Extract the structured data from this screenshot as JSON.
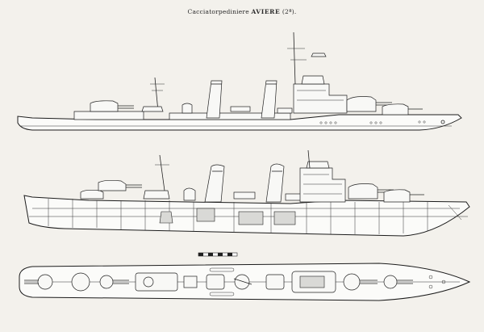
{
  "drawing": {
    "title_prefix": "Cacciatorpediniere",
    "title_name": "AVIERE",
    "title_suffix": "(2ª)."
  },
  "colors": {
    "paper": "#f3f1ec",
    "ink": "#222222"
  }
}
